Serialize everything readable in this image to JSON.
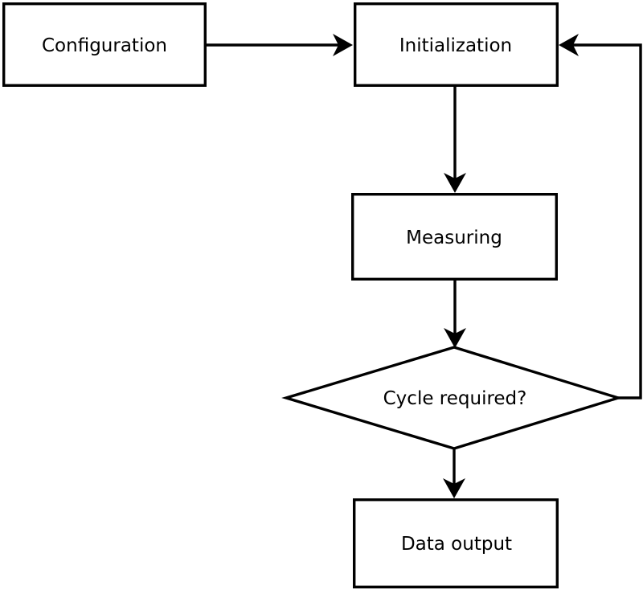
{
  "diagram": {
    "type": "flowchart",
    "background_color": "#ffffff",
    "line_color": "#000000",
    "text_color": "#000000",
    "nodes": [
      {
        "id": "configuration",
        "shape": "rectangle",
        "label": "Configuration"
      },
      {
        "id": "initialization",
        "shape": "rectangle",
        "label": "Initialization"
      },
      {
        "id": "measuring",
        "shape": "rectangle",
        "label": "Measuring"
      },
      {
        "id": "cycle-required",
        "shape": "diamond",
        "label": "Cycle required?"
      },
      {
        "id": "data-output",
        "shape": "rectangle",
        "label": "Data output"
      }
    ],
    "edges": [
      {
        "from": "configuration",
        "to": "initialization",
        "direction": "right"
      },
      {
        "from": "initialization",
        "to": "measuring",
        "direction": "down"
      },
      {
        "from": "measuring",
        "to": "cycle-required",
        "direction": "down"
      },
      {
        "from": "cycle-required",
        "to": "data-output",
        "direction": "down"
      },
      {
        "from": "cycle-required",
        "to": "initialization",
        "direction": "right-up-left-loop"
      }
    ]
  }
}
